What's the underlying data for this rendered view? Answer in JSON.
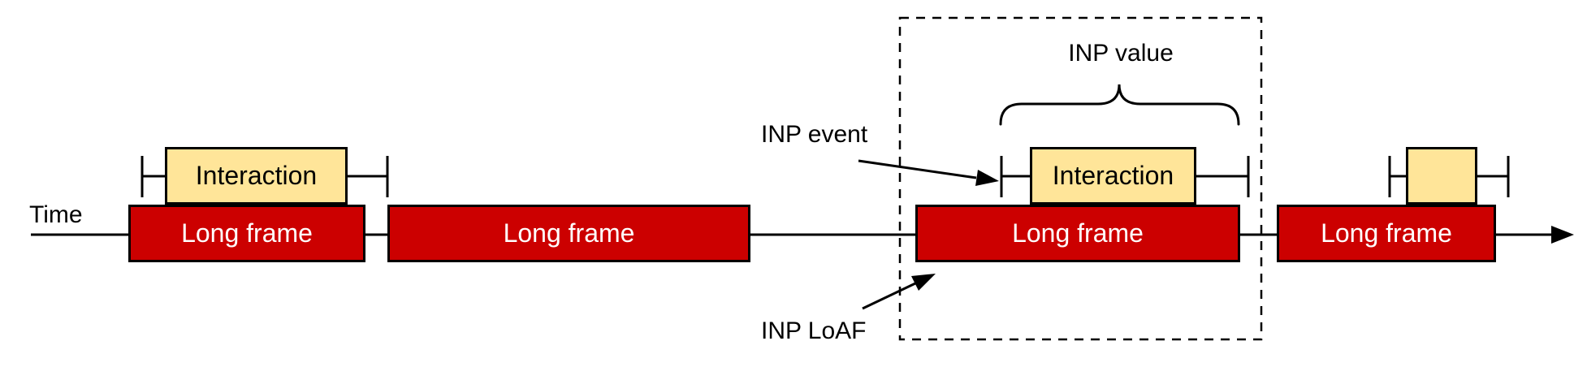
{
  "diagram": {
    "axis_label": "Time",
    "annotations": {
      "inp_event": "INP event",
      "inp_value": "INP value",
      "inp_loaf": "INP LoAF"
    },
    "long_frames": [
      {
        "label": "Long frame"
      },
      {
        "label": "Long frame"
      },
      {
        "label": "Long frame"
      },
      {
        "label": "Long frame"
      }
    ],
    "interactions": [
      {
        "label": "Interaction"
      },
      {
        "label": "Interaction"
      },
      {
        "label": ""
      }
    ],
    "colors": {
      "long_frame_fill": "#cc0000",
      "interaction_fill": "#ffe599",
      "outline": "#000000",
      "long_frame_text": "#ffffff"
    }
  }
}
